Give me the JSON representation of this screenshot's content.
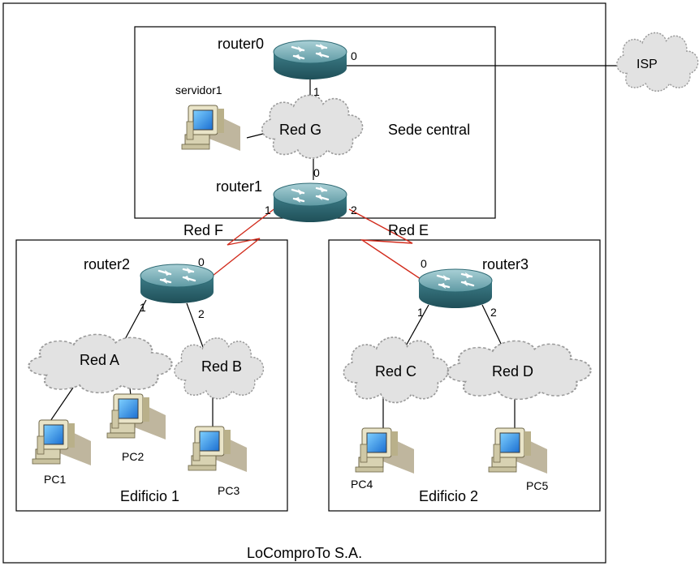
{
  "company": "LoComproTo S.A.",
  "sites": {
    "central": "Sede central",
    "building1": "Edificio 1",
    "building2": "Edificio 2"
  },
  "routers": {
    "r0": "router0",
    "r1": "router1",
    "r2": "router2",
    "r3": "router3"
  },
  "clouds": {
    "isp": "ISP",
    "redG": "Red G",
    "redA": "Red A",
    "redB": "Red B",
    "redC": "Red C",
    "redD": "Red D"
  },
  "links": {
    "redF": "Red F",
    "redE": "Red E"
  },
  "hosts": {
    "servidor1": "servidor1",
    "pc1": "PC1",
    "pc2": "PC2",
    "pc3": "PC3",
    "pc4": "PC4",
    "pc5": "PC5"
  },
  "ports": {
    "r0_isp": "0",
    "r0_redG": "1",
    "r1_redG": "0",
    "r1_redF": "1",
    "r1_redE": "2",
    "r2_redF": "0",
    "r2_redA": "1",
    "r2_redB": "2",
    "r3_redE": "0",
    "r3_redC": "1",
    "r3_redD": "2"
  },
  "colors": {
    "serial_link": "#d22b1c",
    "router_body": "#3f7f8a",
    "cloud_fill": "#e2e2e2"
  }
}
